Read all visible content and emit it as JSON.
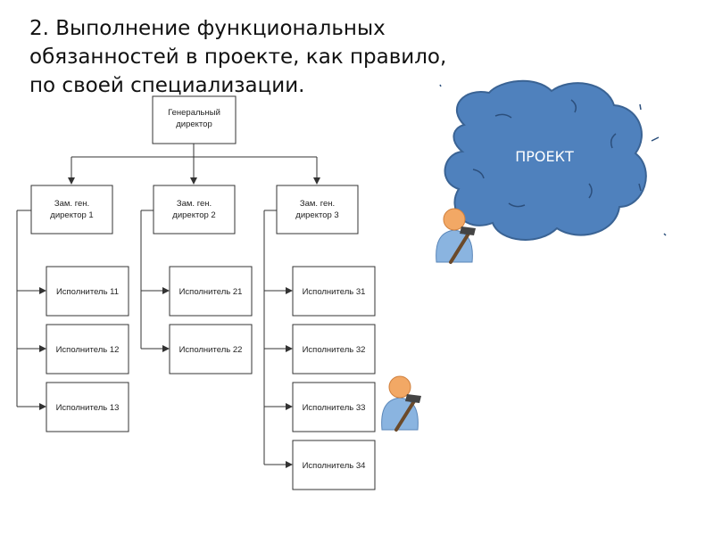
{
  "title": {
    "line1": "2. Выполнение функциональных",
    "line2": "обязанностей в проекте, как правило,",
    "line3": "по своей специализации."
  },
  "org": {
    "director": {
      "line1": "Генеральный",
      "line2": "директор"
    },
    "deputies": [
      {
        "line1": "Зам. ген.",
        "line2": "директор 1"
      },
      {
        "line1": "Зам. ген.",
        "line2": "директор 2"
      },
      {
        "line1": "Зам. ген.",
        "line2": "директор 3"
      }
    ],
    "executors": [
      [
        "Исполнитель 11",
        "Исполнитель 12",
        "Исполнитель 13"
      ],
      [
        "Исполнитель 21",
        "Исполнитель 22"
      ],
      [
        "Исполнитель 31",
        "Исполнитель 32",
        "Исполнитель 33",
        "Исполнитель 34"
      ]
    ]
  },
  "cloud": {
    "label": "ПРОЕКТ",
    "color": "#4f81bd"
  },
  "icons": [
    "worker-with-hammer-icon",
    "worker-with-hammer-icon"
  ]
}
